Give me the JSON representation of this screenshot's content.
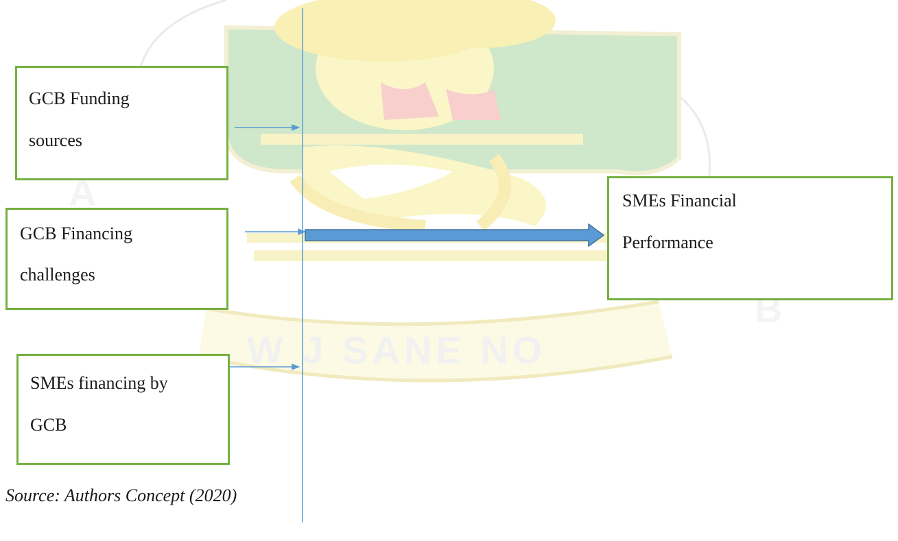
{
  "watermark": {
    "motto_text": "W J SANE NO",
    "left_fragment": "A",
    "right_fragment": "B"
  },
  "boxes": {
    "funding": {
      "line1": "GCB Funding",
      "line2": "sources"
    },
    "challenges": {
      "line1": "GCB Financing",
      "line2": "challenges"
    },
    "financing": {
      "line1": "SMEs financing by",
      "line2": "GCB"
    },
    "performance": {
      "line1": "SMEs Financial",
      "line2": "Performance"
    }
  },
  "caption": {
    "source": "Source: Authors Concept (2020)"
  },
  "colors": {
    "box_border": "#76b041",
    "connector_line": "#5b9bd5",
    "main_arrow_fill": "#5b9bd5",
    "main_arrow_stroke": "#41719c"
  }
}
